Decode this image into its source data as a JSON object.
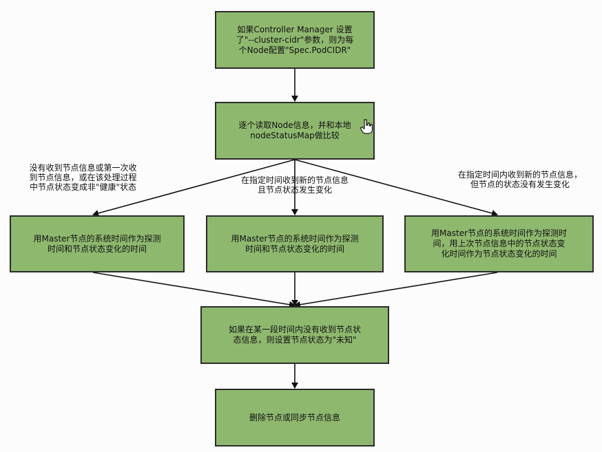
{
  "diagram": {
    "nodes": {
      "n1": "如果Controller Manager 设置\n了\"--cluster-cidr\"参数，则为每\n个Node配置\"Spec.PodCIDR\"",
      "n2": "逐个读取Node信息，并和本地\nnodeStatusMap做比较",
      "n3": "用Master节点的系统时间作为探测\n时间和节点状态变化的时间",
      "n4": "用Master节点的系统时间作为探测\n时间和节点状态变化的时间",
      "n5": "用Master节点的系统时间作为探测时\n间，用上次节点信息中的节点状态变\n化时间作为节点状态变化的时间",
      "n6": "如果在某一段时间内没有收到节点状\n态信息，则设置节点状态为\"未知\"",
      "n7": "删除节点或同步节点信息"
    },
    "edge_labels": {
      "left": "没有收到节点信息或第一次收\n到节点信息，或在该处理过程\n中节点状态变成非\"健康\"状态",
      "middle": "在指定时间收到新的节点信息\n且节点状态发生变化",
      "right": "在指定时间内收到新的节点信息，\n但节点的状态没有发生变化"
    }
  }
}
